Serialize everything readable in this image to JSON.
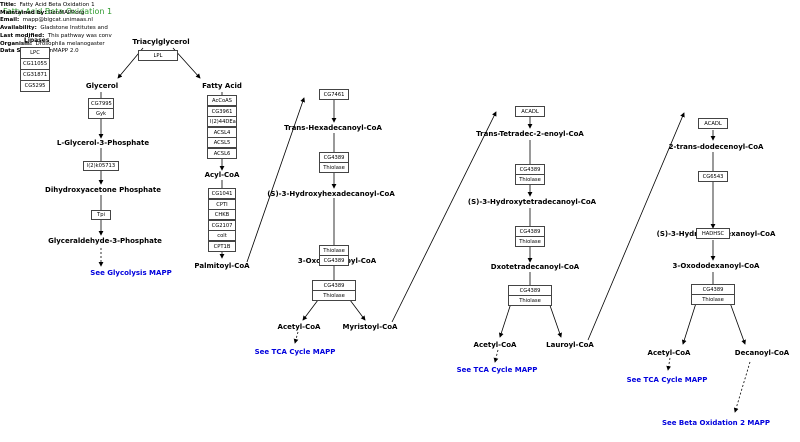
{
  "info": {
    "title_label": "Title:",
    "title": "Fatty Acid Beta Oxidation 1",
    "maintained_label": "Maintained by:",
    "maintained": "GenMAPP.org",
    "email_label": "Email:",
    "email": "mapp@bigcat.unimaas.nl",
    "availability_label": "Availability:",
    "availability": "Gladstone Institutes and",
    "modified_label": "Last modified:",
    "modified": "This pathway was conv",
    "organism_label": "Organism:",
    "organism": "Drosophila melanogaster",
    "datasource_label": "Data Source:",
    "datasource": "GenMAPP 2.0",
    "overlap_title": "Fatty Acid Beta Oxidation 1"
  },
  "lipases": {
    "title": "Lipases",
    "genes": [
      "LPC",
      "CG11055",
      "CG31871",
      "CG5295"
    ]
  },
  "metabolites": {
    "triacylglycerol": "Triacylglycerol",
    "glycerol": "Glycerol",
    "fatty_acid": "Fatty Acid",
    "l_glycerol_3_phosphate": "L-Glycerol-3-Phosphate",
    "dihydroxyacetone_phosphate": "Dihydroxyacetone Phosphate",
    "glyceraldehyde_3_phosphate": "Glyceraldehyde-3-Phosphate",
    "acyl_coa": "Acyl-CoA",
    "palmitoyl_coa": "Palmitoyl-CoA",
    "trans_hexadecanoyl_coa": "Trans-Hexadecanoyl-CoA",
    "s3_hydroxyhexadecanoyl_coa": "(S)-3-Hydroxyhexadecanoyl-CoA",
    "oxopalmitoyl_coa": "3-Oxopalmitoyl-CoA",
    "acetyl_coa_1": "Acetyl-CoA",
    "myristoyl_coa": "Myristoyl-CoA",
    "trans_tetradec_2_enoyl_coa": "Trans-Tetradec-2-enoyl-CoA",
    "s3_hydroxytetradecanoyl_coa": "(S)-3-Hydroxytetradecanoyl-CoA",
    "dxotetradecanoyl_coa": "Dxotetradecanoyl-CoA",
    "acetyl_coa_2": "Acetyl-CoA",
    "lauroyl_coa": "Lauroyl-CoA",
    "trans_dodecenoyl_coa": "2-trans-dodecenoyl-CoA",
    "s3_hydroxydodexanoyl_coa": "(S)-3-Hydroxydodexanoyl-CoA",
    "oxododexanoyl_coa": "3-Oxododexanoyl-CoA",
    "acetyl_coa_3": "Acetyl-CoA",
    "decanoyl_coa": "Decanoyl-CoA"
  },
  "links": {
    "glycolysis": "See Glycolysis MAPP",
    "tca_1": "See TCA Cycle MAPP",
    "tca_2": "See TCA Cycle MAPP",
    "tca_3": "See TCA Cycle MAPP",
    "beta_oxidation_2": "See Beta Oxidation 2 MAPP"
  },
  "genes": {
    "lpl": [
      "LPL"
    ],
    "glycerol_kinase": [
      "CG7995",
      "Gyk"
    ],
    "g3p_dehydrogenase": [
      "l(2)k05713"
    ],
    "triose_isomerase": [
      "Tpi"
    ],
    "acyl_coa_synthetase": [
      "AcCoAS",
      "CG3961",
      "l(2)44DEa",
      "ACSL4",
      "ACSL5",
      "ACSL6"
    ],
    "carnitine_shuttle": [
      "CG1041",
      "CPTI",
      "CHKB",
      "CG2107",
      "colt",
      "CPT1B"
    ],
    "step1_dehydrogenase": [
      "CG7461"
    ],
    "step1_hydratase": [
      "CG4389",
      "Thiolase"
    ],
    "step1_hydroxyacyl_dh": [
      "Thiolase",
      "CG4389"
    ],
    "step1_thiolase": [
      "CG4389",
      "Thiolase"
    ],
    "step2_dehydrogenase": [
      "ACADL"
    ],
    "step2_hydratase": [
      "CG4389",
      "Thiolase"
    ],
    "step2_hydroxyacyl_dh": [
      "CG4389",
      "Thiolase"
    ],
    "step2_thiolase": [
      "CG4389",
      "Thiolase"
    ],
    "step3_dehydrogenase": [
      "ACADL"
    ],
    "step3_hydratase": [
      "CG6543"
    ],
    "step3_hydroxyacyl_dh": [
      "HADHSC"
    ],
    "step3_thiolase": [
      "CG4389",
      "Thiolase"
    ]
  }
}
